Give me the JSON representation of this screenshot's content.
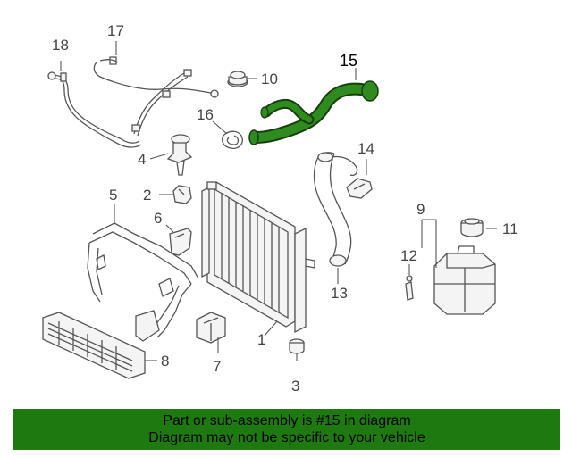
{
  "labels": {
    "p1": "1",
    "p2": "2",
    "p3": "3",
    "p4": "4",
    "p5": "5",
    "p6": "6",
    "p7": "7",
    "p8": "8",
    "p9": "9",
    "p10": "10",
    "p11": "11",
    "p12": "12",
    "p13": "13",
    "p14": "14",
    "p15": "15",
    "p16": "16",
    "p17": "17",
    "p18": "18"
  },
  "highlight": {
    "part": "15",
    "color": "#2e8b1e"
  },
  "banner": {
    "line1": "Part or sub-assembly is #15 in diagram",
    "line2": "Diagram may not be specific to your vehicle",
    "color": "#1e7a10"
  }
}
